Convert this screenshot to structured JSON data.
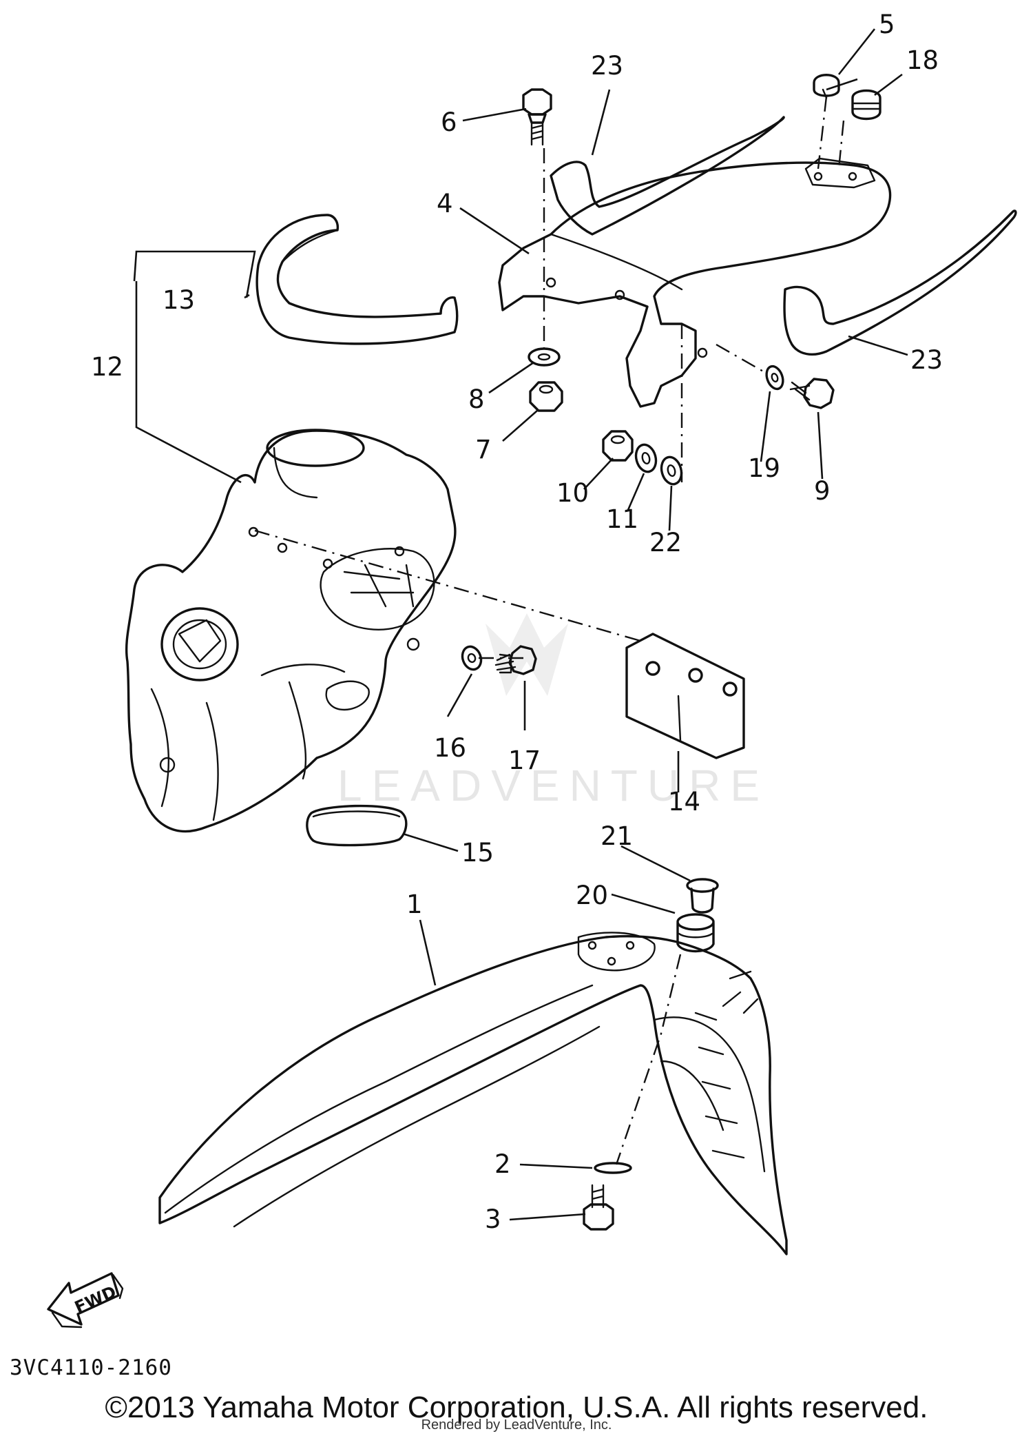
{
  "callouts": {
    "c1": "1",
    "c2": "2",
    "c3": "3",
    "c4": "4",
    "c5": "5",
    "c6": "6",
    "c7": "7",
    "c8": "8",
    "c9": "9",
    "c10": "10",
    "c11": "11",
    "c12": "12",
    "c13": "13",
    "c14": "14",
    "c15": "15",
    "c16": "16",
    "c17": "17",
    "c18": "18",
    "c19": "19",
    "c20": "20",
    "c21": "21",
    "c22": "22",
    "c23a": "23",
    "c23b": "23"
  },
  "direction_label": "FWD",
  "diagram_code": "3VC4110-2160",
  "watermark": "LEADVENTURE",
  "copyright": "©2013 Yamaha Motor Corporation, U.S.A. All rights reserved.",
  "rendered_by": "Rendered by LeadVenture, Inc."
}
